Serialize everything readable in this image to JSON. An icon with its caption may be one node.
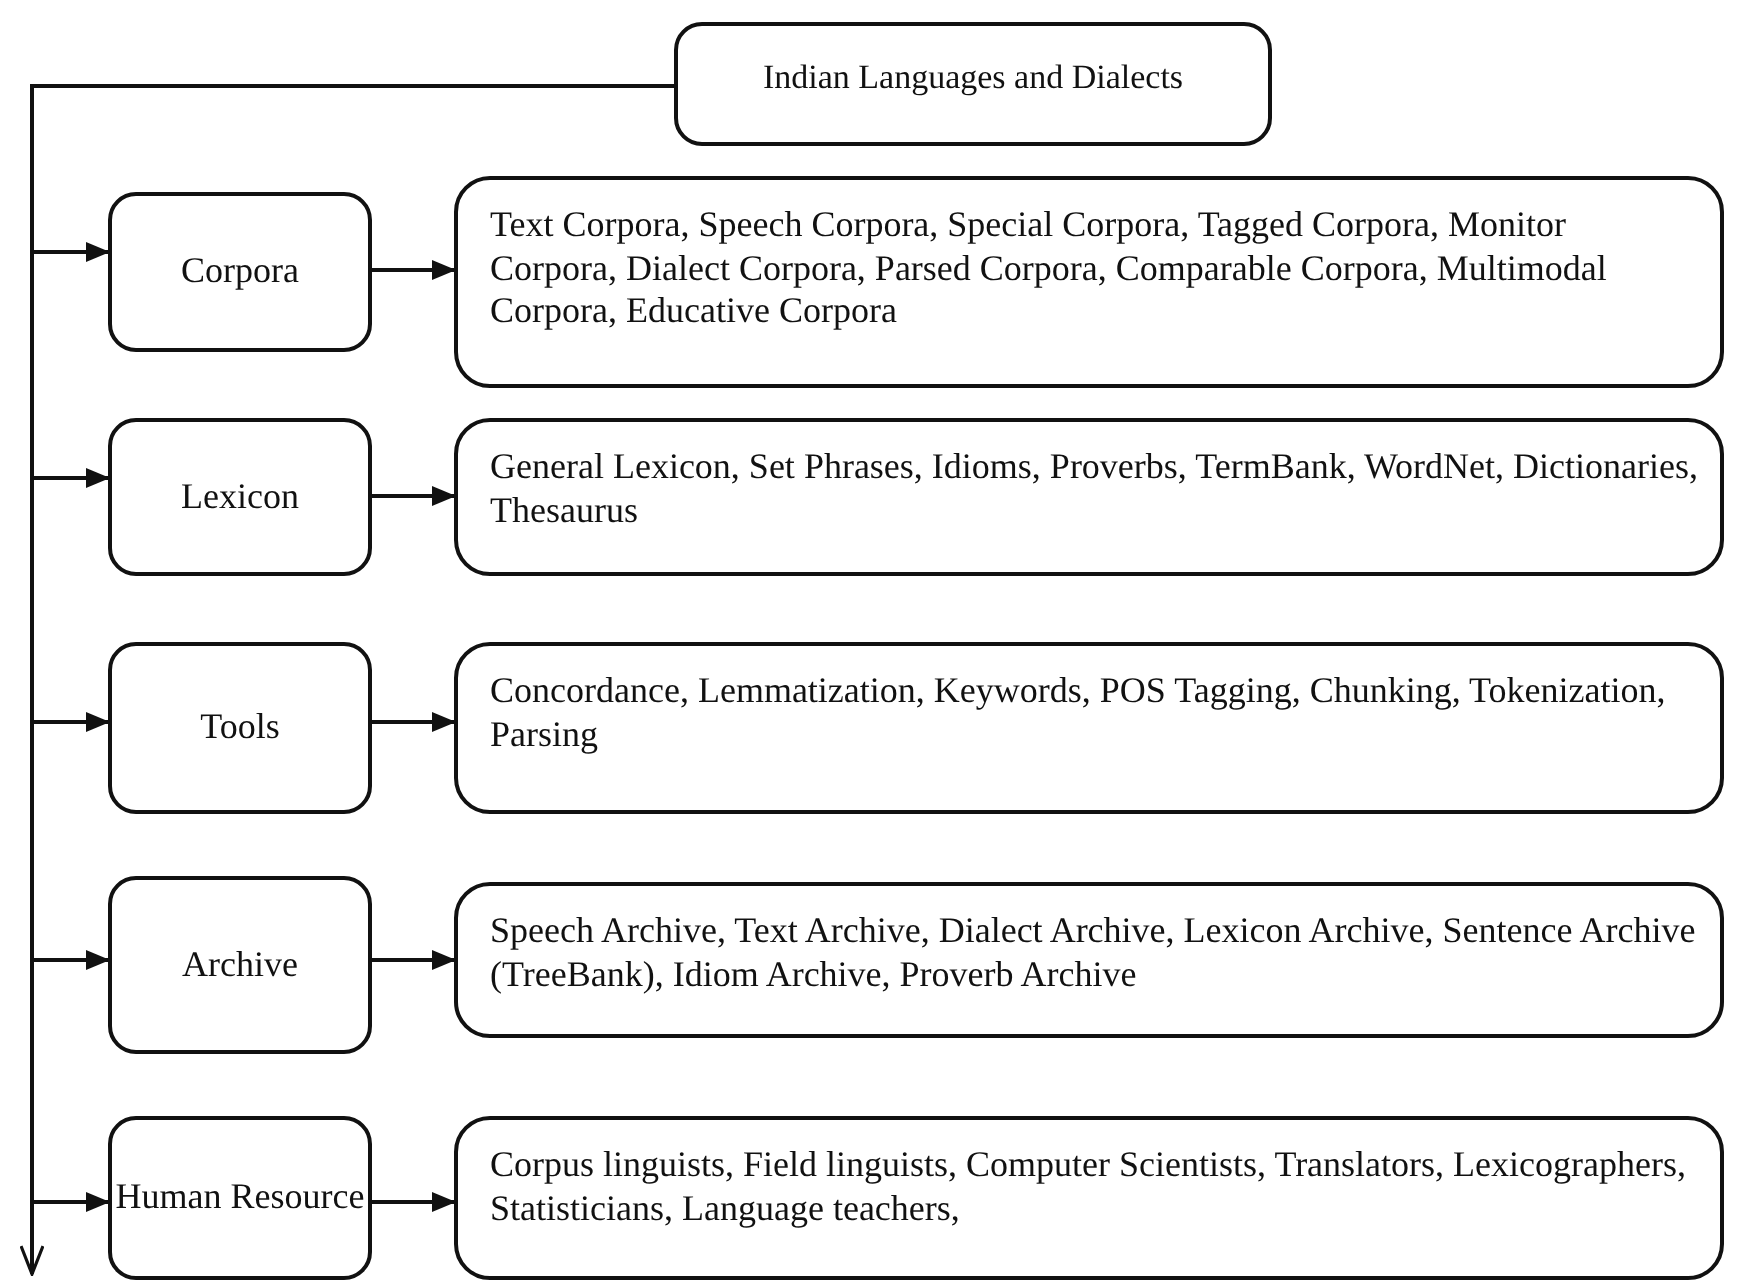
{
  "diagram": {
    "nodes": [
      {
        "text": [
          "Indian Languages and Dialects"
        ]
      },
      {
        "text": [
          "Corpora"
        ]
      },
      {
        "text": [
          "Text Corpora, Speech Corpora, Special Corpora, Tagged Corpora, Monitor Corpora, Dialect Corpora, Parsed Corpora, Comparable Corpora, Multimodal Corpora, Educative Corpora"
        ]
      },
      {
        "text": [
          "Lexicon"
        ]
      },
      {
        "text": [
          "General Lexicon, Set Phrases, Idioms, Proverbs, TermBank, WordNet, Dictionaries, Thesaurus"
        ]
      },
      {
        "text": [
          "Tools"
        ]
      },
      {
        "text": [
          "Concordance, Lemmatization, Keywords, POS Tagging, Chunking, Tokenization, Parsing"
        ]
      },
      {
        "text": [
          "Archive"
        ]
      },
      {
        "text": [
          "Speech Archive, Text Archive, Dialect Archive, Lexicon Archive, Sentence Archive (TreeBank), Idiom Archive, Proverb Archive"
        ]
      },
      {
        "text": [
          "Human Resource"
        ]
      },
      {
        "text": [
          "Corpus linguists, Field linguists, Computer Scientists, Translators, Lexicographers, Statisticians, Language teachers,"
        ]
      }
    ],
    "edges": [
      {
        "from": 0,
        "to": null,
        "arrow": "to"
      },
      {
        "from": 0,
        "to": 1,
        "arrow": "to"
      },
      {
        "from": 0,
        "to": 3,
        "arrow": "to"
      },
      {
        "from": 0,
        "to": 5,
        "arrow": "to"
      },
      {
        "from": 0,
        "to": 7,
        "arrow": "to"
      },
      {
        "from": 0,
        "to": 9,
        "arrow": "to"
      },
      {
        "from": 1,
        "to": 2,
        "arrow": "to"
      },
      {
        "from": 3,
        "to": 4,
        "arrow": "to"
      },
      {
        "from": 5,
        "to": 6,
        "arrow": "to"
      },
      {
        "from": 7,
        "to": 8,
        "arrow": "to"
      },
      {
        "from": 9,
        "to": 10,
        "arrow": "to"
      }
    ]
  }
}
